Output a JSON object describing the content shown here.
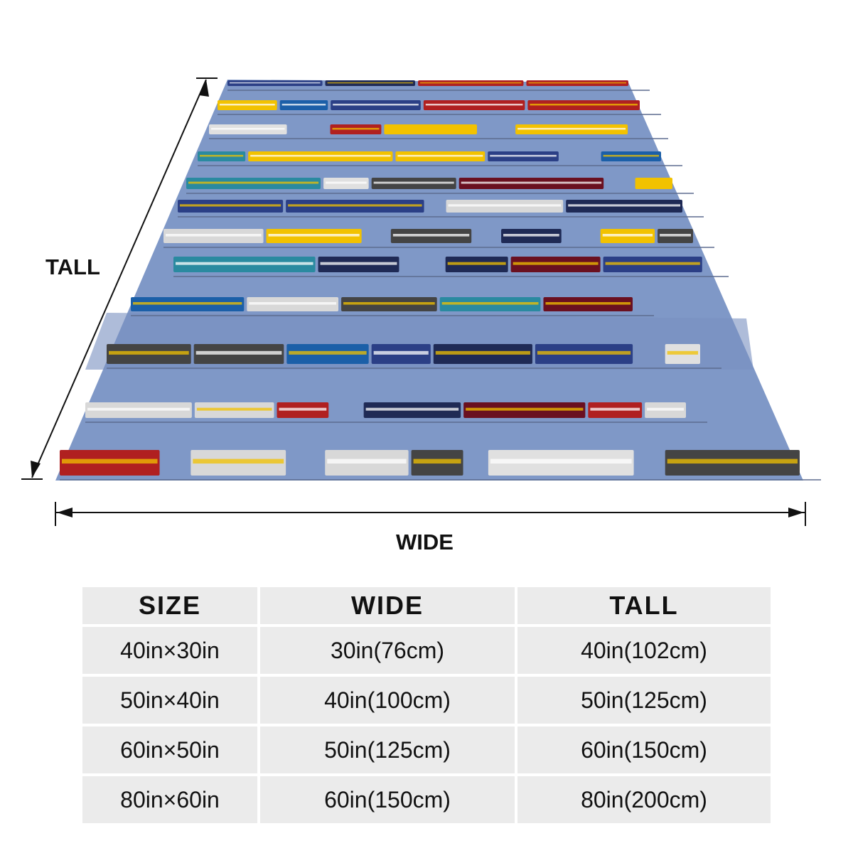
{
  "dimension_labels": {
    "tall": "TALL",
    "wide": "WIDE"
  },
  "colors": {
    "blanket": "#7f98c7",
    "rail": "#5d6c8f",
    "table_cell": "#ebebeb"
  },
  "size_table": {
    "headers": [
      "SIZE",
      "WIDE",
      "TALL"
    ],
    "rows": [
      [
        "40in×30in",
        "30in(76cm)",
        "40in(102cm)"
      ],
      [
        "50in×40in",
        "40in(100cm)",
        "50in(125cm)"
      ],
      [
        "60in×50in",
        "50in(125cm)",
        "60in(150cm)"
      ],
      [
        "80in×60in",
        "60in(150cm)",
        "80in(200cm)"
      ]
    ]
  },
  "blanket_image": {
    "description_icon": "train-pattern-blanket"
  }
}
